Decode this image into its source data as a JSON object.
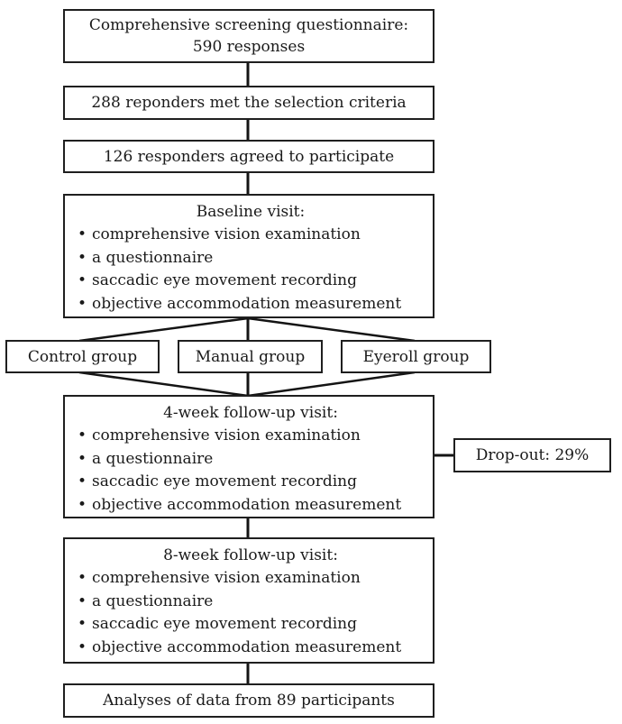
{
  "flow": {
    "bullet": "•",
    "screening": {
      "line1": "Comprehensive screening questionnaire:",
      "line2": "590 responses"
    },
    "criteria": "288 reponders met the selection criteria",
    "agreed": "126 responders agreed to participate",
    "baseline": {
      "title": "Baseline visit:",
      "items": [
        "comprehensive vision examination",
        "a questionnaire",
        "saccadic eye movement recording",
        "objective accommodation measurement"
      ]
    },
    "groups": {
      "control": "Control group",
      "manual": "Manual group",
      "eyeroll": "Eyeroll group"
    },
    "week4": {
      "title": "4-week follow-up visit:",
      "items": [
        "comprehensive vision examination",
        "a questionnaire",
        "saccadic eye movement recording",
        "objective accommodation measurement"
      ]
    },
    "dropout": "Drop-out: 29%",
    "week8": {
      "title": "8-week follow-up visit:",
      "items": [
        "comprehensive vision examination",
        "a questionnaire",
        "saccadic eye movement recording",
        "objective accommodation measurement"
      ]
    },
    "analyses": "Analyses of data from 89 participants"
  },
  "colors": {
    "bg": "#ffffff",
    "border": "#1f1f1f",
    "text": "#1a1a1a",
    "line": "#141414"
  }
}
